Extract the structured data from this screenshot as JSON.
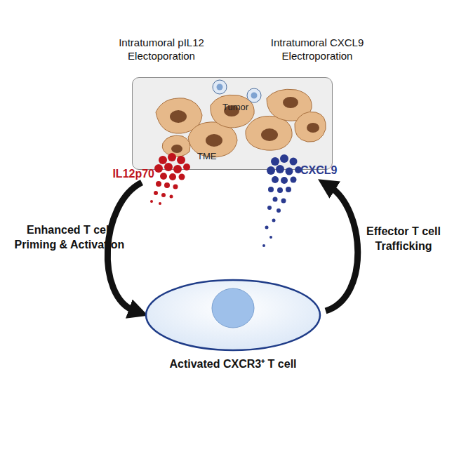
{
  "diagram": {
    "nodes": [
      {
        "text": [
          "Tumor",
          "TME"
        ]
      },
      {
        "text": [
          "Activated CXCR3⁺ T cell"
        ]
      }
    ],
    "edges": [
      {
        "from": 0,
        "to": 1,
        "arrow": "to",
        "label": "Enhanced T cell Priming & Activation"
      },
      {
        "from": 1,
        "to": 0,
        "arrow": "to",
        "label": "Effector T cell Trafficking"
      }
    ],
    "labels": [
      "Intratumoral pIL12 Electoporation",
      "Intratumoral CXCL9 Electroporation",
      "IL12p70",
      "CXCL9"
    ]
  }
}
